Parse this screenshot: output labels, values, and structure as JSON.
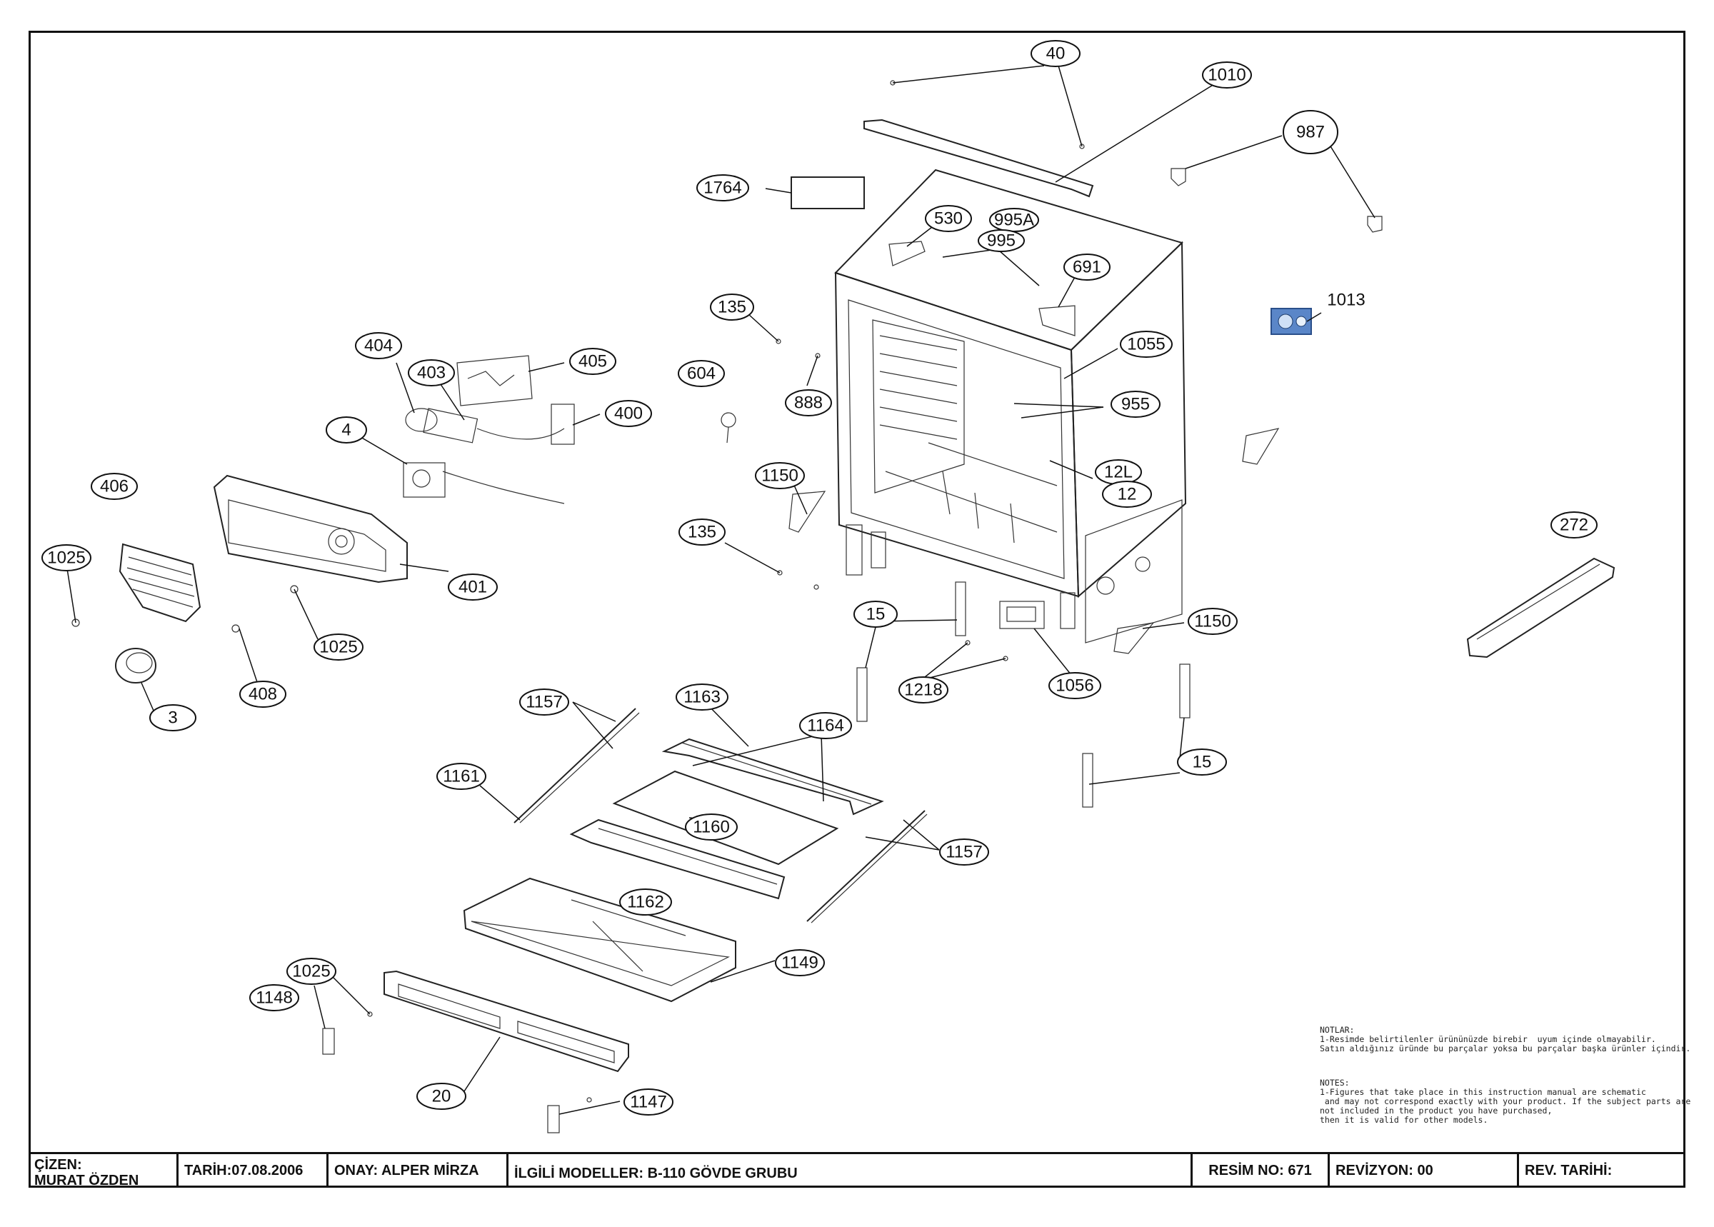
{
  "drawing": {
    "callouts": [
      {
        "id": "40",
        "label": "40"
      },
      {
        "id": "1010",
        "label": "1010"
      },
      {
        "id": "987",
        "label": "987"
      },
      {
        "id": "1764",
        "label": "1764"
      },
      {
        "id": "530",
        "label": "530"
      },
      {
        "id": "995A",
        "label": "995A"
      },
      {
        "id": "995",
        "label": "995"
      },
      {
        "id": "691",
        "label": "691"
      },
      {
        "id": "1013",
        "label": "1013"
      },
      {
        "id": "135a",
        "label": "135"
      },
      {
        "id": "1055",
        "label": "1055"
      },
      {
        "id": "404",
        "label": "404"
      },
      {
        "id": "403",
        "label": "403"
      },
      {
        "id": "405",
        "label": "405"
      },
      {
        "id": "604",
        "label": "604"
      },
      {
        "id": "888",
        "label": "888"
      },
      {
        "id": "955",
        "label": "955"
      },
      {
        "id": "400",
        "label": "400"
      },
      {
        "id": "4",
        "label": "4"
      },
      {
        "id": "1150a",
        "label": "1150"
      },
      {
        "id": "12L",
        "label": "12L"
      },
      {
        "id": "12",
        "label": "12"
      },
      {
        "id": "406",
        "label": "406"
      },
      {
        "id": "135b",
        "label": "135"
      },
      {
        "id": "272",
        "label": "272"
      },
      {
        "id": "1025a",
        "label": "1025"
      },
      {
        "id": "401",
        "label": "401"
      },
      {
        "id": "15a",
        "label": "15"
      },
      {
        "id": "1150b",
        "label": "1150"
      },
      {
        "id": "1025b",
        "label": "1025"
      },
      {
        "id": "1218",
        "label": "1218"
      },
      {
        "id": "1056",
        "label": "1056"
      },
      {
        "id": "408",
        "label": "408"
      },
      {
        "id": "3",
        "label": "3"
      },
      {
        "id": "1157a",
        "label": "1157"
      },
      {
        "id": "1163",
        "label": "1163"
      },
      {
        "id": "1164",
        "label": "1164"
      },
      {
        "id": "15b",
        "label": "15"
      },
      {
        "id": "1161",
        "label": "1161"
      },
      {
        "id": "1160",
        "label": "1160"
      },
      {
        "id": "1157b",
        "label": "1157"
      },
      {
        "id": "1162",
        "label": "1162"
      },
      {
        "id": "1149",
        "label": "1149"
      },
      {
        "id": "1025c",
        "label": "1025"
      },
      {
        "id": "1148",
        "label": "1148"
      },
      {
        "id": "20",
        "label": "20"
      },
      {
        "id": "1147",
        "label": "1147"
      }
    ],
    "notes": {
      "tr_heading": "NOTLAR:",
      "tr_line1": "1-Resimde belirtilenler ürününüzde birebir  uyum içinde olmayabilir.",
      "tr_line2": "Satın aldığınız üründe bu parçalar yoksa bu parçalar başka ürünler içindir.",
      "en_heading": "NOTES:",
      "en_line1": "1-Figures that take place in this instruction manual are schematic",
      "en_line2": " and may not correspond exactly with your product. If the subject parts are",
      "en_line3": "not included in the product you have purchased,",
      "en_line4": "then it is valid for other models."
    }
  },
  "title_block": {
    "drawn_by": "ÇİZEN:\nMURAT ÖZDEN",
    "date": "TARİH:07.08.2006",
    "approved": "ONAY: ALPER MİRZA",
    "models": "İLGİLİ MODELLER: B-110 GÖVDE GRUBU",
    "drawing_no": "RESİM NO: 671",
    "revision": "REVİZYON: 00",
    "rev_date": "REV. TARİHİ:"
  }
}
